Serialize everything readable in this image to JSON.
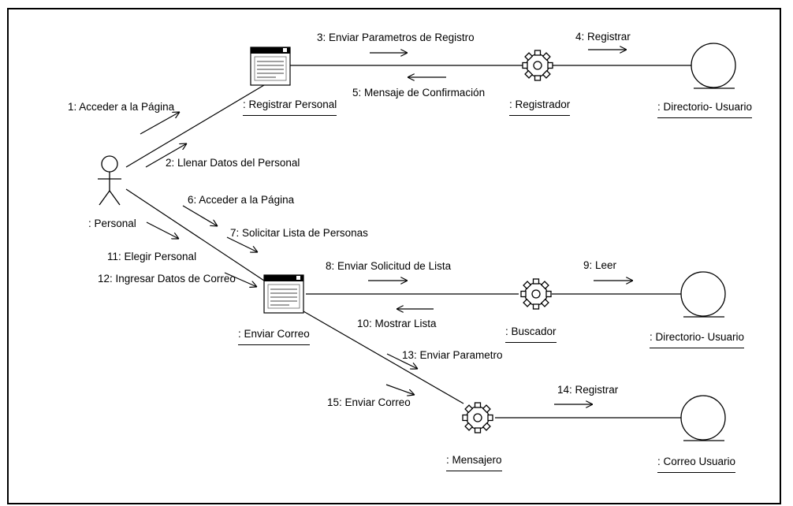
{
  "objects": {
    "actor": ": Personal",
    "registrar_personal": ": Registrar Personal",
    "registrador": ": Registrador",
    "directorio_1": ": Directorio- Usuario",
    "enviar_correo": ": Enviar Correo",
    "buscador": ": Buscador",
    "directorio_2": ": Directorio- Usuario",
    "mensajero": ": Mensajero",
    "correo_usuario": ": Correo Usuario"
  },
  "messages": {
    "m1": "1: Acceder a la Página",
    "m2": "2: Llenar Datos del Personal",
    "m3": "3: Enviar Parametros de Registro",
    "m4": "4: Registrar",
    "m5": "5: Mensaje de Confirmación",
    "m6": "6: Acceder a la Página",
    "m7": "7: Solicitar Lista de Personas",
    "m8": "8: Enviar Solicitud de Lista",
    "m9": "9: Leer",
    "m10": "10: Mostrar Lista",
    "m11": "11: Elegir Personal",
    "m12": "12: Ingresar Datos de Correo",
    "m13": "13: Enviar Parametro",
    "m14": "14: Registrar",
    "m15": "15: Enviar Correo"
  }
}
